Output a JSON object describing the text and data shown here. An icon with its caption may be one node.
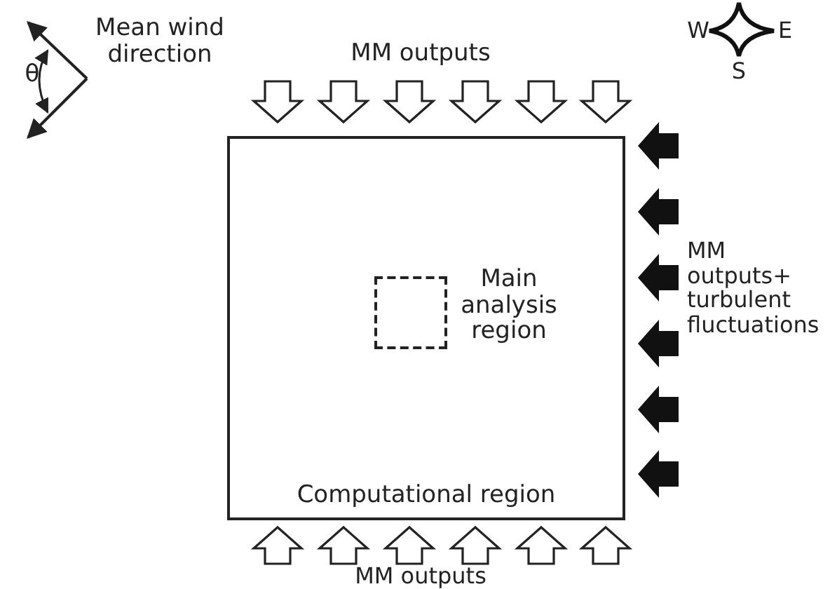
{
  "diagram": {
    "nodes": [
      {
        "text": [
          "Computational region"
        ]
      },
      {
        "text": [],
        "shape": "box",
        "in": 0,
        "beside": [
          "Main analysis region"
        ]
      }
    ],
    "labels": [
      "θ",
      "Mean wind direction",
      "MM outputs",
      "W",
      "E",
      "S",
      "MM outputs+ turbulent fluctuations",
      "MM outputs"
    ]
  }
}
